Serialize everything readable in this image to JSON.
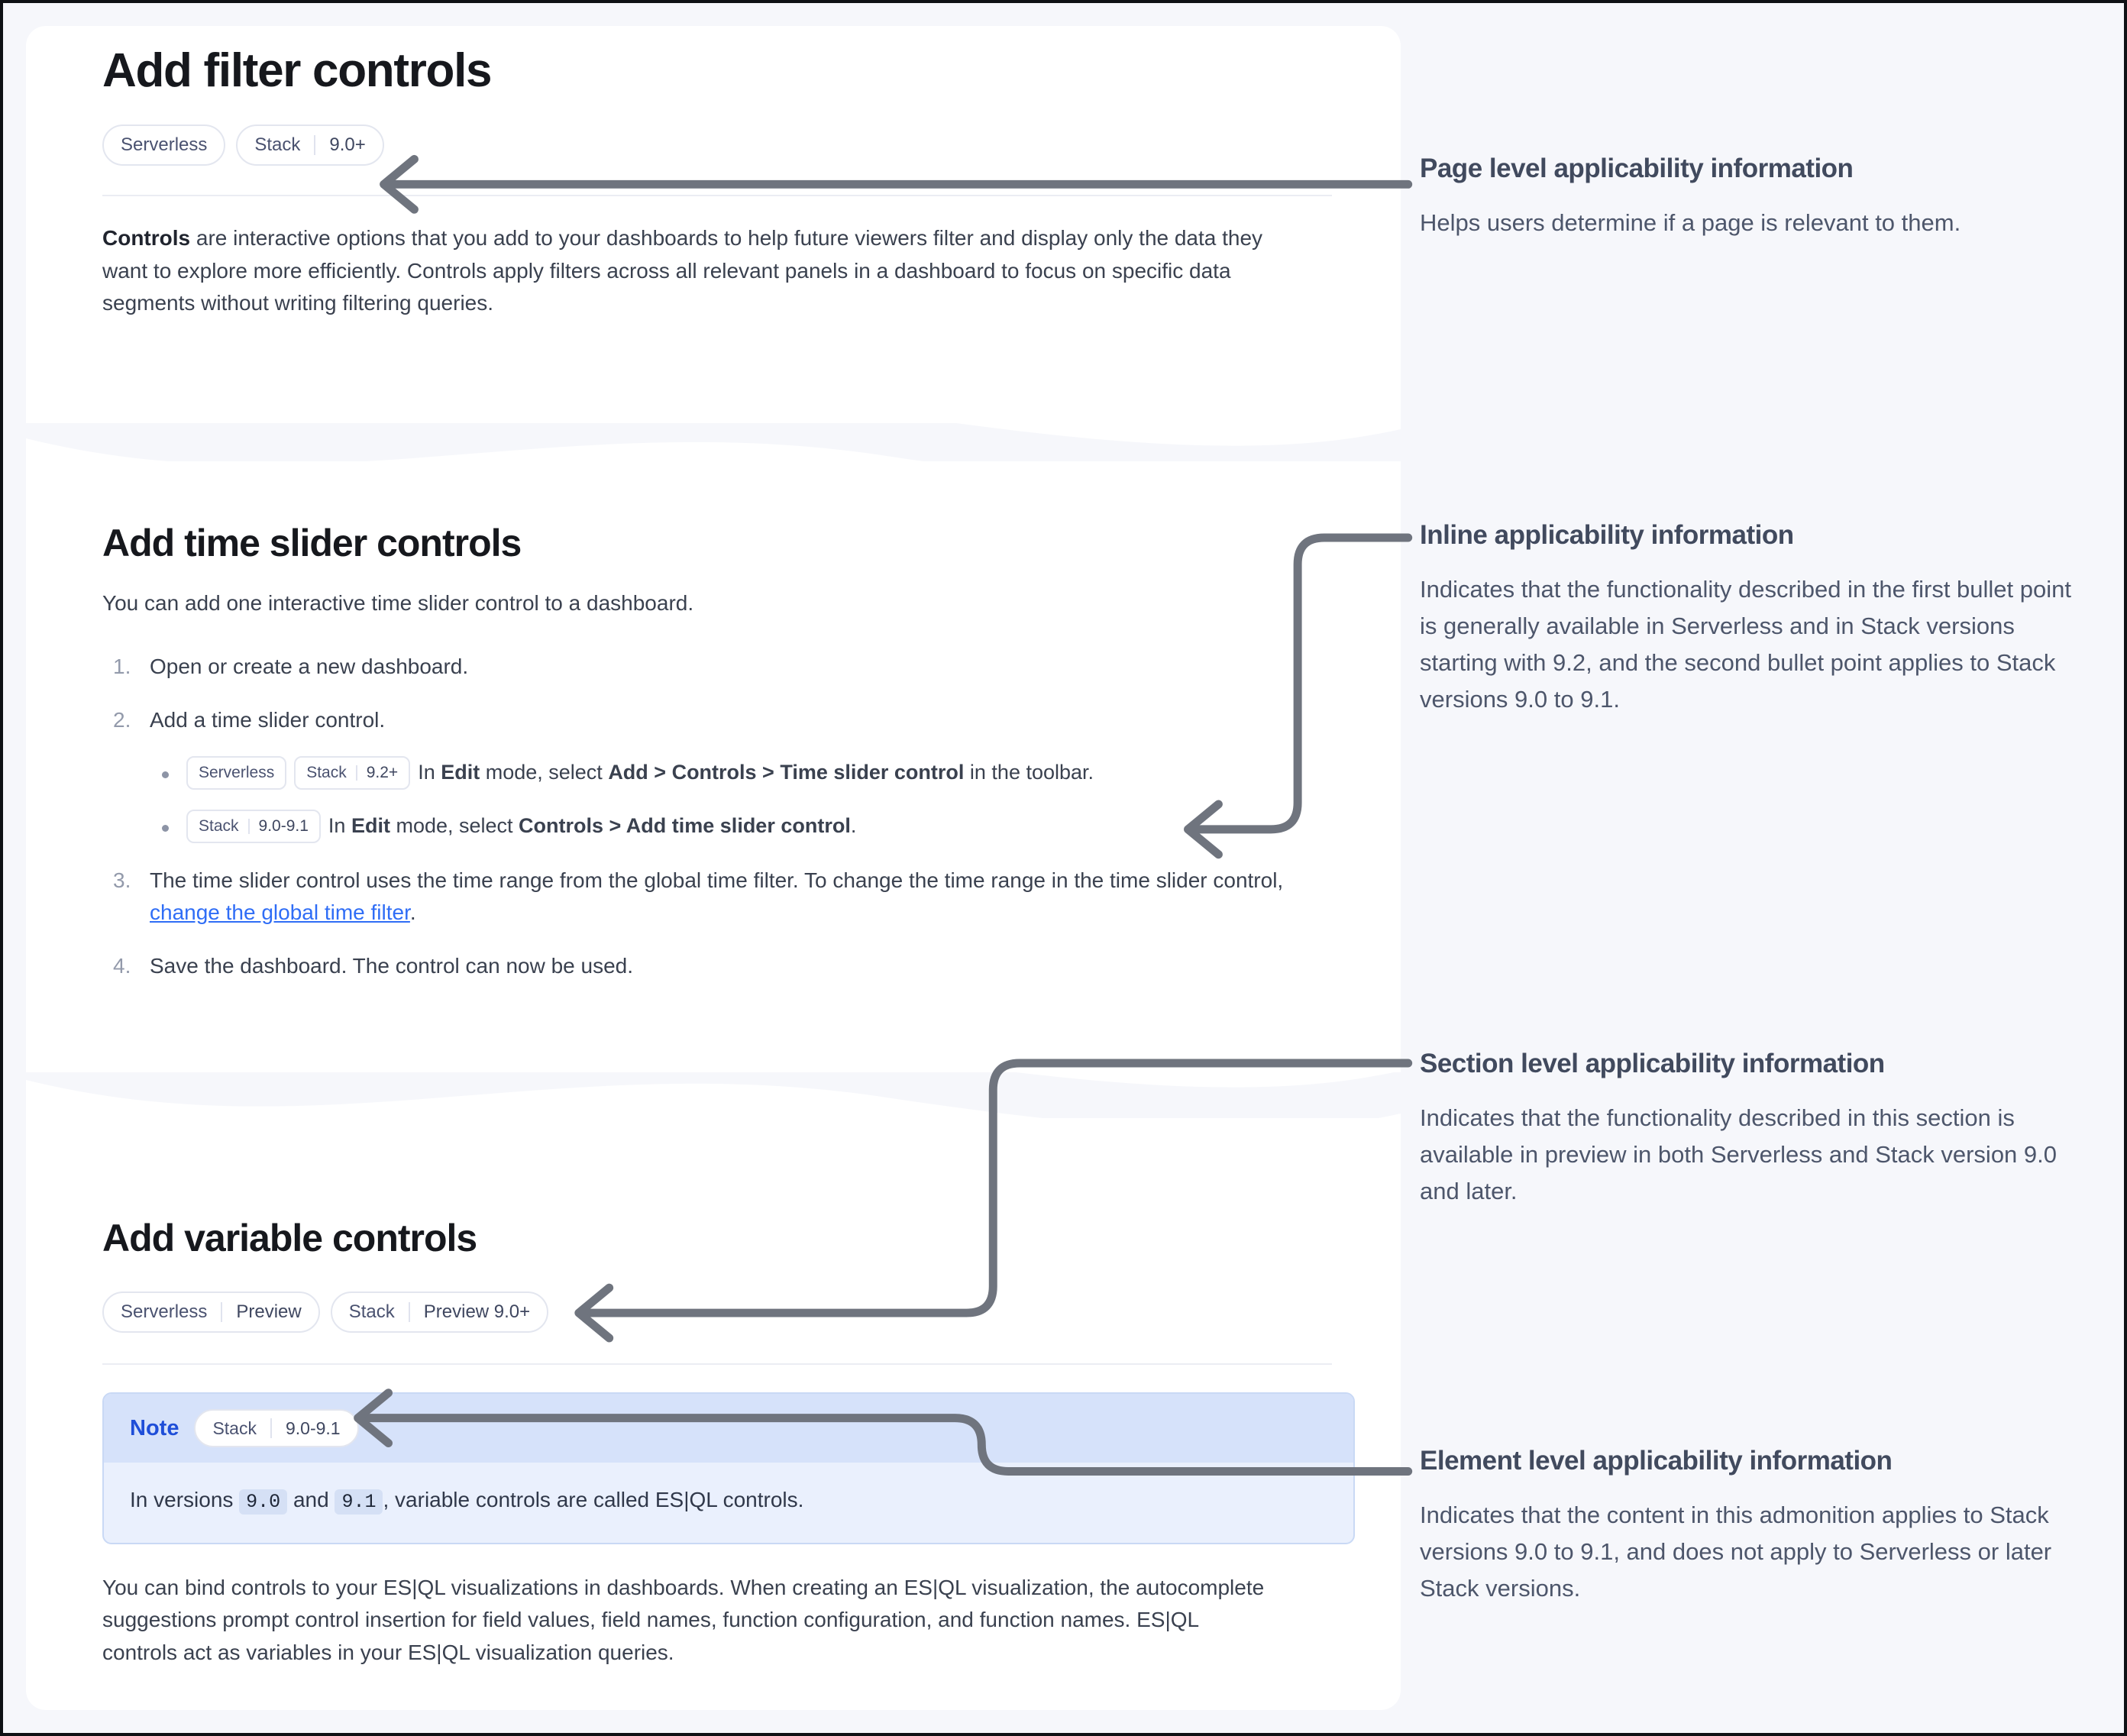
{
  "doc": {
    "page_title": "Add filter controls",
    "page_badges": [
      {
        "name": "Serverless",
        "version": ""
      },
      {
        "name": "Stack",
        "version": "9.0+"
      }
    ],
    "intro": {
      "lead": "Controls",
      "rest": " are interactive options that you add to your dashboards to help future viewers filter and display only the data they want to explore more efficiently. Controls apply filters across all relevant panels in a dashboard to focus on specific data segments without writing filtering queries."
    },
    "section_time_slider": {
      "title": "Add time slider controls",
      "intro": "You can add one interactive time slider control to a dashboard.",
      "steps": [
        {
          "text": "Open or create a new dashboard."
        },
        {
          "text": "Add a time slider control."
        },
        {
          "text_before": "The time slider control uses the time range from the global time filter. To change the time range in the time slider control, ",
          "link": "change the global time filter",
          "text_after": "."
        },
        {
          "text": "Save the dashboard. The control can now be used."
        }
      ],
      "sub_bullets": [
        {
          "badges": [
            {
              "name": "Serverless",
              "version": ""
            },
            {
              "name": "Stack",
              "version": "9.2+"
            }
          ],
          "parts": [
            {
              "t": "In ",
              "b": false
            },
            {
              "t": "Edit",
              "b": true
            },
            {
              "t": " mode, select ",
              "b": false
            },
            {
              "t": "Add > Controls > Time slider control",
              "b": true
            },
            {
              "t": " in the toolbar.",
              "b": false
            }
          ]
        },
        {
          "badges": [
            {
              "name": "Stack",
              "version": "9.0-9.1"
            }
          ],
          "parts": [
            {
              "t": "In ",
              "b": false
            },
            {
              "t": "Edit",
              "b": true
            },
            {
              "t": " mode, select ",
              "b": false
            },
            {
              "t": "Controls > Add time slider control",
              "b": true
            },
            {
              "t": ".",
              "b": false
            }
          ]
        }
      ]
    },
    "section_variable": {
      "title": "Add variable controls",
      "badges": [
        {
          "name": "Serverless",
          "version": "Preview"
        },
        {
          "name": "Stack",
          "version": "Preview 9.0+"
        }
      ],
      "note": {
        "label": "Note",
        "badge": {
          "name": "Stack",
          "version": "9.0-9.1"
        },
        "body_parts": [
          {
            "t": "In versions ",
            "code": false
          },
          {
            "t": "9.0",
            "code": true
          },
          {
            "t": " and ",
            "code": false
          },
          {
            "t": "9.1",
            "code": true
          },
          {
            "t": ", variable controls are called ES|QL controls.",
            "code": false
          }
        ]
      },
      "body": "You can bind controls to your ES|QL visualizations in dashboards. When creating an ES|QL visualization, the autocomplete suggestions prompt control insertion for field values, field names, function configuration, and function names. ES|QL controls act as variables in your ES|QL visualization queries."
    }
  },
  "annotations": [
    {
      "id": "page-level",
      "title": "Page level applicability information",
      "text": "Helps users determine if a page is relevant to them."
    },
    {
      "id": "inline",
      "title": "Inline applicability information",
      "text": "Indicates that the functionality described in the first bullet point is generally available in Serverless and in Stack versions starting with 9.2, and the second bullet point applies to Stack versions 9.0 to 9.1."
    },
    {
      "id": "section-level",
      "title": "Section level applicability information",
      "text": "Indicates that the functionality described in this section is available in preview in both Serverless and Stack version 9.0 and later."
    },
    {
      "id": "element-level",
      "title": "Element level applicability information",
      "text": "Indicates that the content in this admonition applies to Stack versions 9.0 to 9.1, and does not apply to Serverless or later Stack versions."
    }
  ],
  "colors": {
    "page_background": "#f6f7fb",
    "panel_background": "#ffffff",
    "arrow": "#6f747e",
    "link": "#2f6df6",
    "note_header": "#d6e2fa",
    "note_body": "#eaf0fd",
    "note_label": "#1f4ed8",
    "badge_text": "#4a5270",
    "annotation_title": "#414a5e",
    "annotation_text": "#4d566b"
  }
}
